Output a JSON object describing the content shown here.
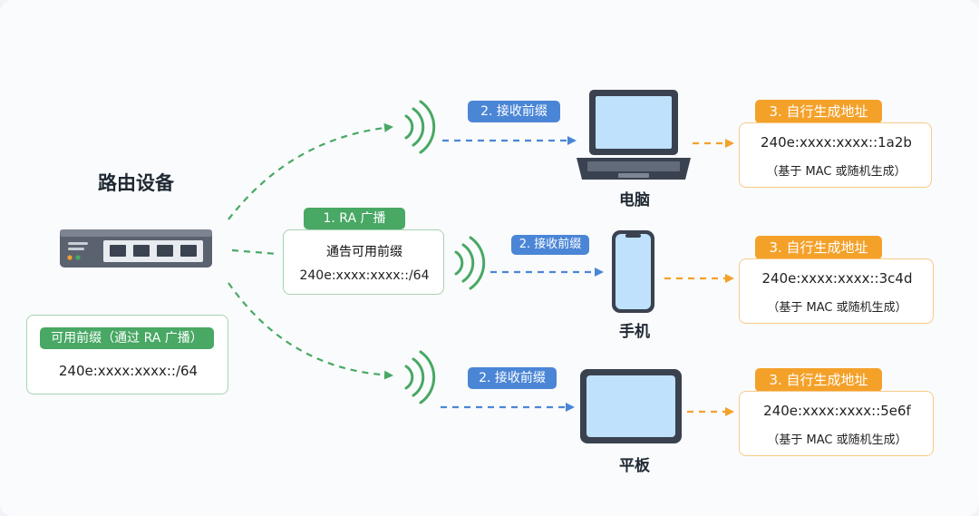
{
  "router": {
    "title": "路由设备"
  },
  "prefix_panel": {
    "title": "可用前缀（通过 RA 广播）",
    "value": "240e:xxxx:xxxx::/64"
  },
  "ra": {
    "badge": "1. RA 广播",
    "title": "通告可用前缀",
    "value": "240e:xxxx:xxxx::/64"
  },
  "devices": [
    {
      "label": "电脑",
      "receive_badge": "2. 接收前缀",
      "gen_badge": "3. 自行生成地址",
      "address": "240e:xxxx:xxxx::1a2b",
      "note": "（基于 MAC 或随机生成）"
    },
    {
      "label": "手机",
      "receive_badge": "2. 接收前缀",
      "gen_badge": "3. 自行生成地址",
      "address": "240e:xxxx:xxxx::3c4d",
      "note": "（基于 MAC 或随机生成）"
    },
    {
      "label": "平板",
      "receive_badge": "2. 接收前缀",
      "gen_badge": "3. 自行生成地址",
      "address": "240e:xxxx:xxxx::5e6f",
      "note": "（基于 MAC 或随机生成）"
    }
  ],
  "colors": {
    "green": "#48a864",
    "blue": "#4b86d6",
    "orange": "#f4a12a",
    "device_dark": "#3a4250",
    "screen": "#bfe1fb"
  }
}
